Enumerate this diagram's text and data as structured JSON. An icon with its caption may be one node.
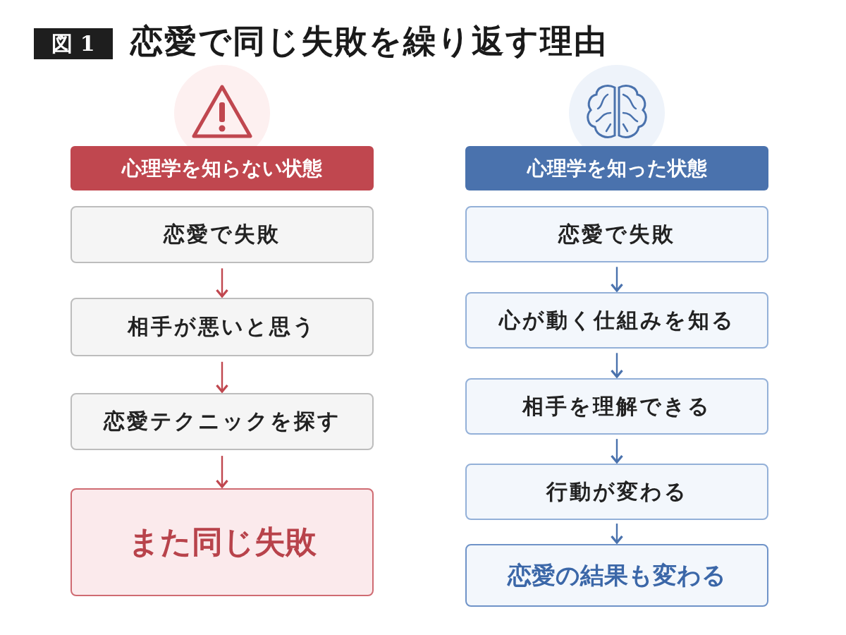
{
  "diagram": {
    "title": "恋愛で同じ失敗を繰り返す理由",
    "labels": [
      "図 1"
    ],
    "nodes": [
      {
        "text": [
          "心理学を知らない状態"
        ]
      },
      {
        "text": [
          "恋愛で失敗"
        ]
      },
      {
        "text": [
          "相手が悪いと思う"
        ]
      },
      {
        "text": [
          "恋愛テクニックを探す"
        ]
      },
      {
        "text": [
          "また同じ失敗"
        ]
      },
      {
        "text": [
          "心理学を知った状態"
        ]
      },
      {
        "text": [
          "恋愛で失敗"
        ]
      },
      {
        "text": [
          "心が動く仕組みを知る"
        ]
      },
      {
        "text": [
          "相手を理解できる"
        ]
      },
      {
        "text": [
          "行動が変わる"
        ]
      },
      {
        "text": [
          "恋愛の結果も変わる"
        ]
      }
    ],
    "edges": [
      {
        "from": 1,
        "to": 2,
        "arrow": "to",
        "color": "#c0474f"
      },
      {
        "from": 2,
        "to": 3,
        "arrow": "to",
        "color": "#c0474f"
      },
      {
        "from": 3,
        "to": 4,
        "arrow": "to",
        "color": "#c0474f"
      },
      {
        "from": 6,
        "to": 7,
        "arrow": "to"
      },
      {
        "from": 7,
        "to": 8,
        "arrow": "to"
      },
      {
        "from": 8,
        "to": 9,
        "arrow": "to"
      },
      {
        "from": 9,
        "to": 10,
        "arrow": "to"
      }
    ]
  }
}
